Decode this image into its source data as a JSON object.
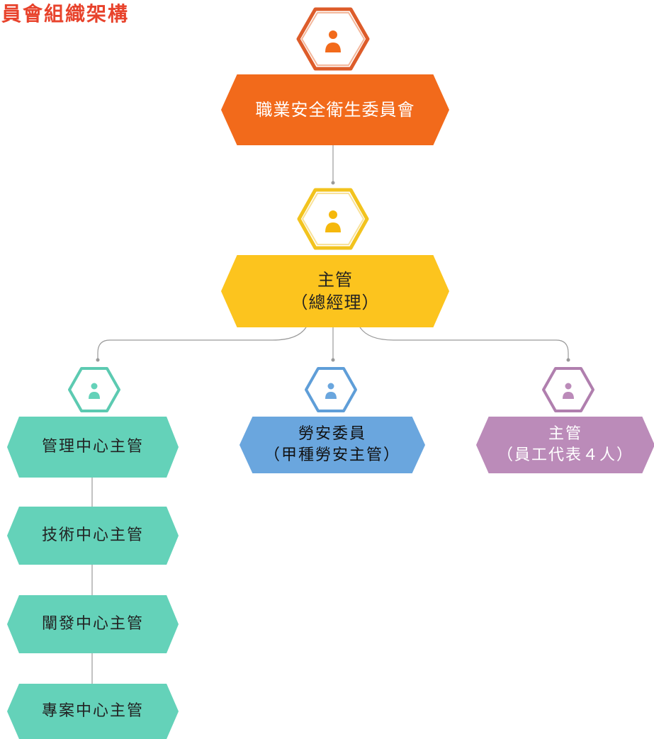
{
  "title": "委員會組織架構",
  "colors": {
    "title": "#e8432c",
    "committee": "#f26a1b",
    "gm": "#fcc41e",
    "teal": "#64d2b9",
    "blue": "#6aa6de",
    "purple": "#bb8bb9"
  },
  "icons": {
    "node": "user-icon"
  },
  "nodes": {
    "committee": {
      "label": "職業安全衛生委員會"
    },
    "gm": {
      "line1": "主管",
      "line2": "（總經理）"
    },
    "safety": {
      "line1": "勞安委員",
      "line2": "（甲種勞安主管）"
    },
    "rep": {
      "line1": "主管",
      "line2": "（員工代表４人）"
    },
    "management": {
      "label": "管理中心主管"
    },
    "tech": {
      "label": "技術中心主管"
    },
    "rd": {
      "label": "闡發中心主管"
    },
    "project": {
      "label": "專案中心主管"
    }
  }
}
